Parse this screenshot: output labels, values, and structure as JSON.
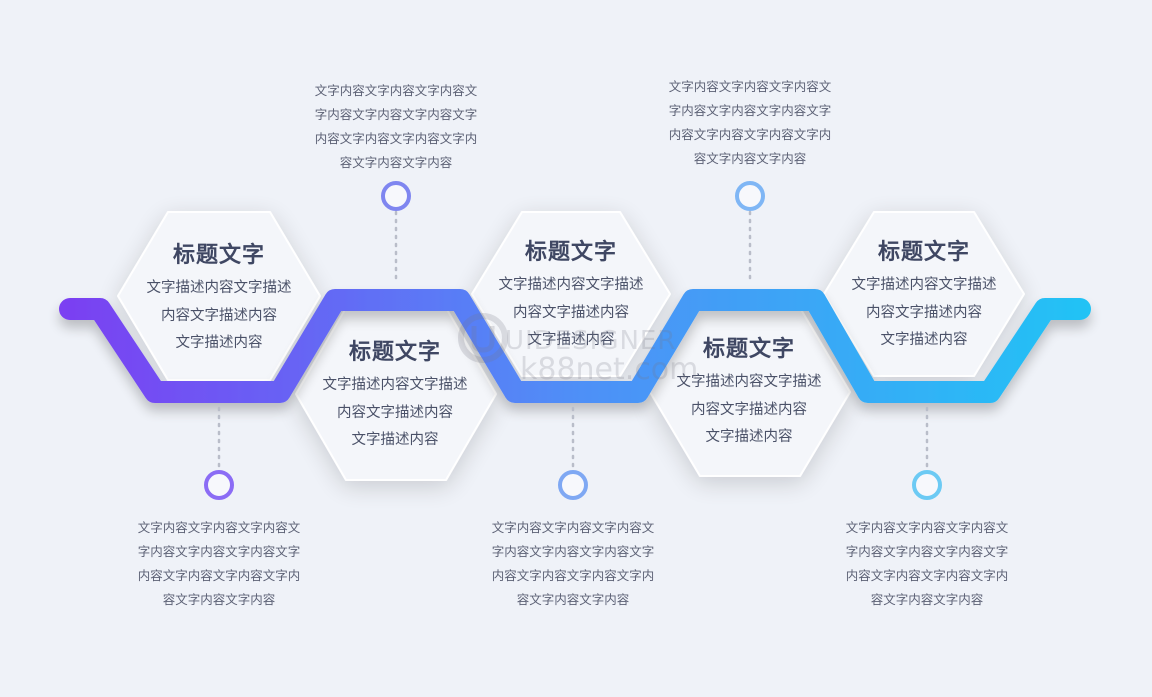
{
  "steps": [
    {
      "title": "标题文字",
      "desc": "文字描述内容文字描述内容文字描述内容文字描述内容"
    },
    {
      "title": "标题文字",
      "desc": "文字描述内容文字描述内容文字描述内容文字描述内容"
    },
    {
      "title": "标题文字",
      "desc": "文字描述内容文字描述内容文字描述内容文字描述内容"
    },
    {
      "title": "标题文字",
      "desc": "文字描述内容文字描述内容文字描述内容文字描述内容"
    },
    {
      "title": "标题文字",
      "desc": "文字描述内容文字描述内容文字描述内容文字描述内容"
    }
  ],
  "steps_lines": [
    [
      "文字描述内容文字描述",
      "内容文字描述内容",
      "文字描述内容"
    ],
    [
      "文字描述内容文字描述",
      "内容文字描述内容",
      "文字描述内容"
    ],
    [
      "文字描述内容文字描述",
      "内容文字描述内容",
      "文字描述内容"
    ],
    [
      "文字描述内容文字描述",
      "内容文字描述内容",
      "文字描述内容"
    ],
    [
      "文字描述内容文字描述",
      "内容文字描述内容",
      "文字描述内容"
    ]
  ],
  "callouts": [
    {
      "lines": [
        "文字内容文字内容文字内容文",
        "字内容文字内容文字内容文字",
        "内容文字内容文字内容文字内",
        "容文字内容文字内容"
      ]
    },
    {
      "lines": [
        "文字内容文字内容文字内容文",
        "字内容文字内容文字内容文字",
        "内容文字内容文字内容文字内",
        "容文字内容文字内容"
      ]
    },
    {
      "lines": [
        "文字内容文字内容文字内容文",
        "字内容文字内容文字内容文字",
        "内容文字内容文字内容文字内",
        "容文字内容文字内容"
      ]
    },
    {
      "lines": [
        "文字内容文字内容文字内容文",
        "字内容文字内容文字内容文字",
        "内容文字内容文字内容文字内",
        "容文字内容文字内容"
      ]
    },
    {
      "lines": [
        "文字内容文字内容文字内容文",
        "字内容文字内容文字内容文字",
        "内容文字内容文字内容文字内",
        "容文字内容文字内容"
      ]
    }
  ],
  "colors": {
    "gradient_start": "#7b3ff2",
    "gradient_mid": "#4f8ff7",
    "gradient_end": "#22c3f5",
    "hex_fill": "#f4f6fa",
    "title": "#3f4763",
    "text": "#5c6175"
  },
  "watermark": {
    "brand": "UIDESIGNER",
    "site": "k88net.com"
  }
}
